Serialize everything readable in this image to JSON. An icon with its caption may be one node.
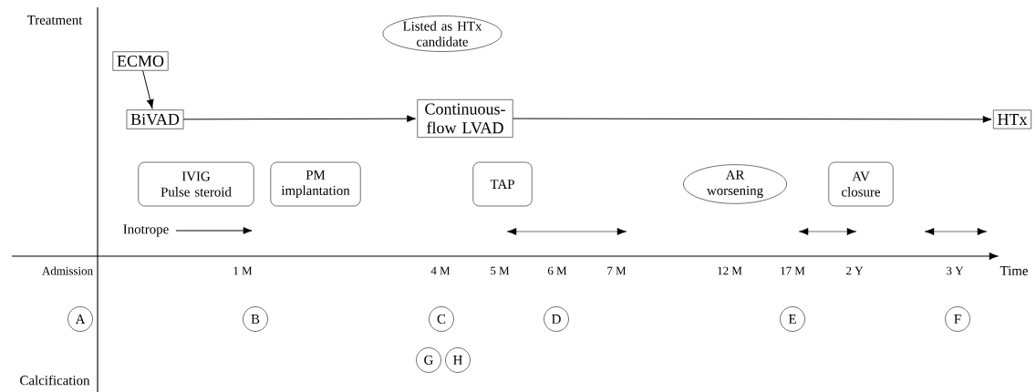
{
  "diagram": {
    "nodes": [
      {
        "text": [
          "ECMO"
        ]
      },
      {
        "text": [
          "BiVAD"
        ]
      },
      {
        "text": [
          "Continuous-flow LVAD"
        ]
      },
      {
        "text": [
          "HTx"
        ]
      },
      {
        "text": [
          "Listed as HTx candidate"
        ]
      },
      {
        "text": [
          "IVIG",
          "Pulse steroid"
        ]
      },
      {
        "text": [
          "PM implantation"
        ]
      },
      {
        "text": [
          "TAP"
        ]
      },
      {
        "text": [
          "AR worsening"
        ]
      },
      {
        "text": [
          "AV closure"
        ]
      },
      {
        "text": [
          "A"
        ]
      },
      {
        "text": [
          "B"
        ]
      },
      {
        "text": [
          "C"
        ]
      },
      {
        "text": [
          "D"
        ]
      },
      {
        "text": [
          "E"
        ]
      },
      {
        "text": [
          "F"
        ]
      },
      {
        "text": [
          "G"
        ]
      },
      {
        "text": [
          "H"
        ]
      },
      {
        "text": [
          "Inotrope"
        ]
      }
    ],
    "edges": [
      {
        "from": 0,
        "to": 1,
        "arrow": "to"
      },
      {
        "from": 1,
        "to": 2,
        "arrow": "to"
      },
      {
        "from": 2,
        "to": 3,
        "arrow": "to"
      },
      {
        "from": 18,
        "to": null,
        "arrow": "to"
      }
    ],
    "labels": [
      "Treatment",
      "Admission",
      "1 M",
      "4 M",
      "5 M",
      "6 M",
      "7 M",
      "12 M",
      "17 M",
      "2 Y",
      "3 Y",
      "Time",
      "Calcification"
    ]
  }
}
